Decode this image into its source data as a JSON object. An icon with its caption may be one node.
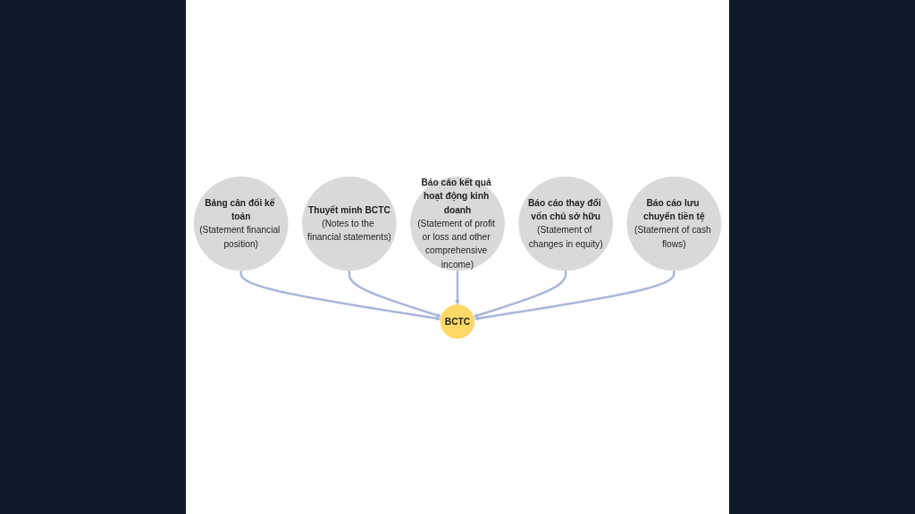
{
  "diagram": {
    "nodes": [
      {
        "text": [
          "Bảng cân đối kế toán",
          "(Statement financial position)"
        ]
      },
      {
        "text": [
          "Thuyết minh BCTC",
          "(Notes to the financial statements)"
        ]
      },
      {
        "text": [
          "Báo cáo kết quả hoạt động kinh doanh",
          "(Statement of profit or loss and other comprehensive income)"
        ]
      },
      {
        "text": [
          "BCTC"
        ]
      },
      {
        "text": [
          "Báo cáo thay đổi vốn chủ sở hữu",
          "(Statement of changes in equity)"
        ]
      },
      {
        "text": [
          "Báo cáo lưu chuyển tiền tệ",
          "(Statement of cash flows)"
        ]
      }
    ],
    "edges": [
      {
        "from": 0,
        "to": 3,
        "arrow": "to"
      },
      {
        "from": 1,
        "to": 3,
        "arrow": "to"
      },
      {
        "from": 2,
        "to": 3,
        "arrow": "to"
      },
      {
        "from": 4,
        "to": 3,
        "arrow": "to"
      },
      {
        "from": 5,
        "to": 3,
        "arrow": "to"
      }
    ]
  }
}
